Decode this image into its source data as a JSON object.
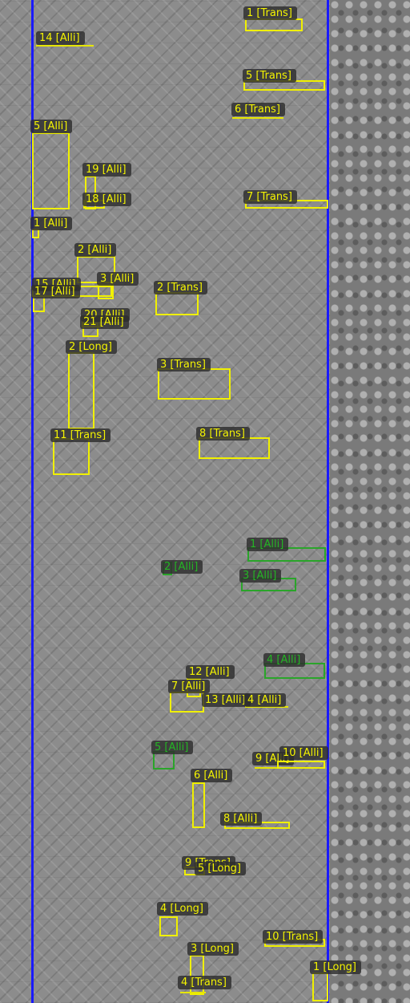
{
  "colors": {
    "lane_line": "#1a1aff",
    "yellow_box": "#f0f000",
    "green_box": "#2aa52a",
    "label_bg": "#2d2d2d"
  },
  "detections": [
    {
      "label": "1 [Trans]",
      "color": "yellow"
    },
    {
      "label": "14 [Alli]",
      "color": "yellow"
    },
    {
      "label": "5 [Trans]",
      "color": "yellow"
    },
    {
      "label": "6 [Trans]",
      "color": "yellow"
    },
    {
      "label": "5 [Alli]",
      "color": "yellow"
    },
    {
      "label": "19 [Alli]",
      "color": "yellow"
    },
    {
      "label": "18 [Alli]",
      "color": "yellow"
    },
    {
      "label": "7 [Trans]",
      "color": "yellow"
    },
    {
      "label": "1 [Alli]",
      "color": "yellow"
    },
    {
      "label": "2 [Alli]",
      "color": "yellow"
    },
    {
      "label": "15 [Alli]",
      "color": "yellow"
    },
    {
      "label": "3 [Alli]",
      "color": "yellow"
    },
    {
      "label": "17 [Alli]",
      "color": "yellow"
    },
    {
      "label": "2 [Trans]",
      "color": "yellow"
    },
    {
      "label": "20 [Alli]",
      "color": "yellow"
    },
    {
      "label": "21 [Alli]",
      "color": "yellow"
    },
    {
      "label": "2 [Long]",
      "color": "yellow"
    },
    {
      "label": "3 [Trans]",
      "color": "yellow"
    },
    {
      "label": "11 [Trans]",
      "color": "yellow"
    },
    {
      "label": "8 [Trans]",
      "color": "yellow"
    },
    {
      "label": "1 [Alli]",
      "color": "green"
    },
    {
      "label": "2 [Alli]",
      "color": "green"
    },
    {
      "label": "3 [Alli]",
      "color": "green"
    },
    {
      "label": "12 [Alli]",
      "color": "yellow"
    },
    {
      "label": "7 [Alli]",
      "color": "yellow"
    },
    {
      "label": "13 [Alli]",
      "color": "yellow"
    },
    {
      "label": "4 [Alli]",
      "color": "yellow"
    },
    {
      "label": "4 [Alli]",
      "color": "green"
    },
    {
      "label": "5 [Alli]",
      "color": "green"
    },
    {
      "label": "9 [Alli]",
      "color": "yellow"
    },
    {
      "label": "10 [Alli]",
      "color": "yellow"
    },
    {
      "label": "6 [Alli]",
      "color": "yellow"
    },
    {
      "label": "8 [Alli]",
      "color": "yellow"
    },
    {
      "label": "9 [Trans]",
      "color": "yellow"
    },
    {
      "label": "5 [Long]",
      "color": "yellow"
    },
    {
      "label": "4 [Long]",
      "color": "yellow"
    },
    {
      "label": "10 [Trans]",
      "color": "yellow"
    },
    {
      "label": "3 [Long]",
      "color": "yellow"
    },
    {
      "label": "1 [Long]",
      "color": "yellow"
    },
    {
      "label": "4 [Trans]",
      "color": "yellow"
    }
  ]
}
